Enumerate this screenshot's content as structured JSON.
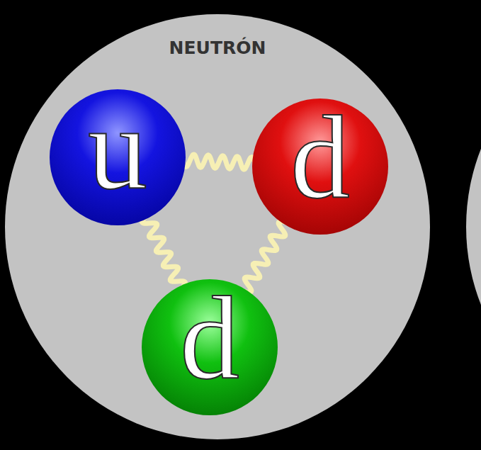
{
  "diagram": {
    "nodes": [
      {
        "text": [
          "NEUTRÓN"
        ]
      },
      {
        "text": [
          "u"
        ],
        "in": 0
      },
      {
        "text": [
          "d"
        ],
        "in": 0
      },
      {
        "text": [
          "d"
        ],
        "in": 0
      }
    ],
    "edges": [
      {
        "from": 1,
        "to": 2,
        "arrow": "none"
      },
      {
        "from": 1,
        "to": 3,
        "arrow": "none"
      },
      {
        "from": 2,
        "to": 3,
        "arrow": "none"
      }
    ]
  }
}
